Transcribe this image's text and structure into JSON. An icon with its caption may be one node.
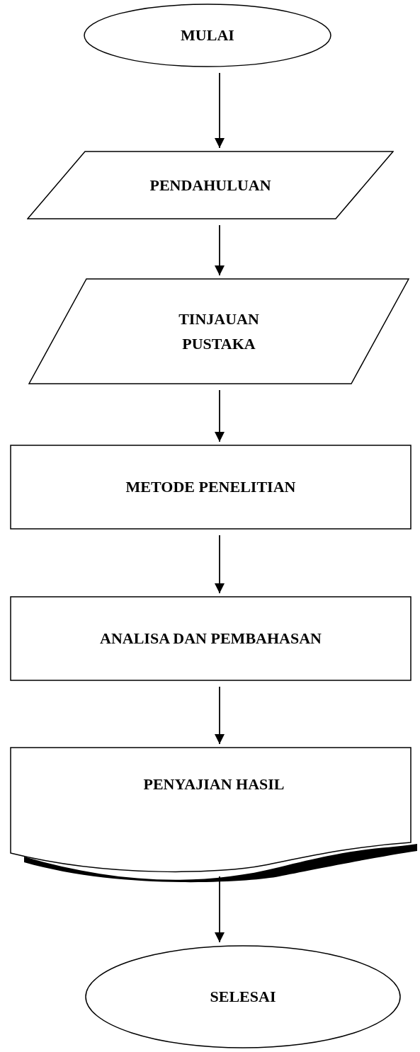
{
  "diagram": {
    "nodes": [
      {
        "text": [
          "MULAI"
        ]
      },
      {
        "text": [
          "PENDAHULUAN"
        ]
      },
      {
        "text": [
          "TINJAUAN PUSTAKA"
        ]
      },
      {
        "text": [
          "METODE PENELITIAN"
        ]
      },
      {
        "text": [
          "ANALISA DAN PEMBAHASAN"
        ]
      },
      {
        "text": [
          "PENYAJIAN HASIL"
        ]
      },
      {
        "text": [
          "SELESAI"
        ]
      }
    ],
    "edges": [
      {
        "from": 0,
        "to": 1,
        "arrow": "to"
      },
      {
        "from": 1,
        "to": 2,
        "arrow": "to"
      },
      {
        "from": 2,
        "to": 3,
        "arrow": "to"
      },
      {
        "from": 3,
        "to": 4,
        "arrow": "to"
      },
      {
        "from": 4,
        "to": 5,
        "arrow": "to"
      },
      {
        "from": 5,
        "to": 6,
        "arrow": "to"
      }
    ]
  }
}
